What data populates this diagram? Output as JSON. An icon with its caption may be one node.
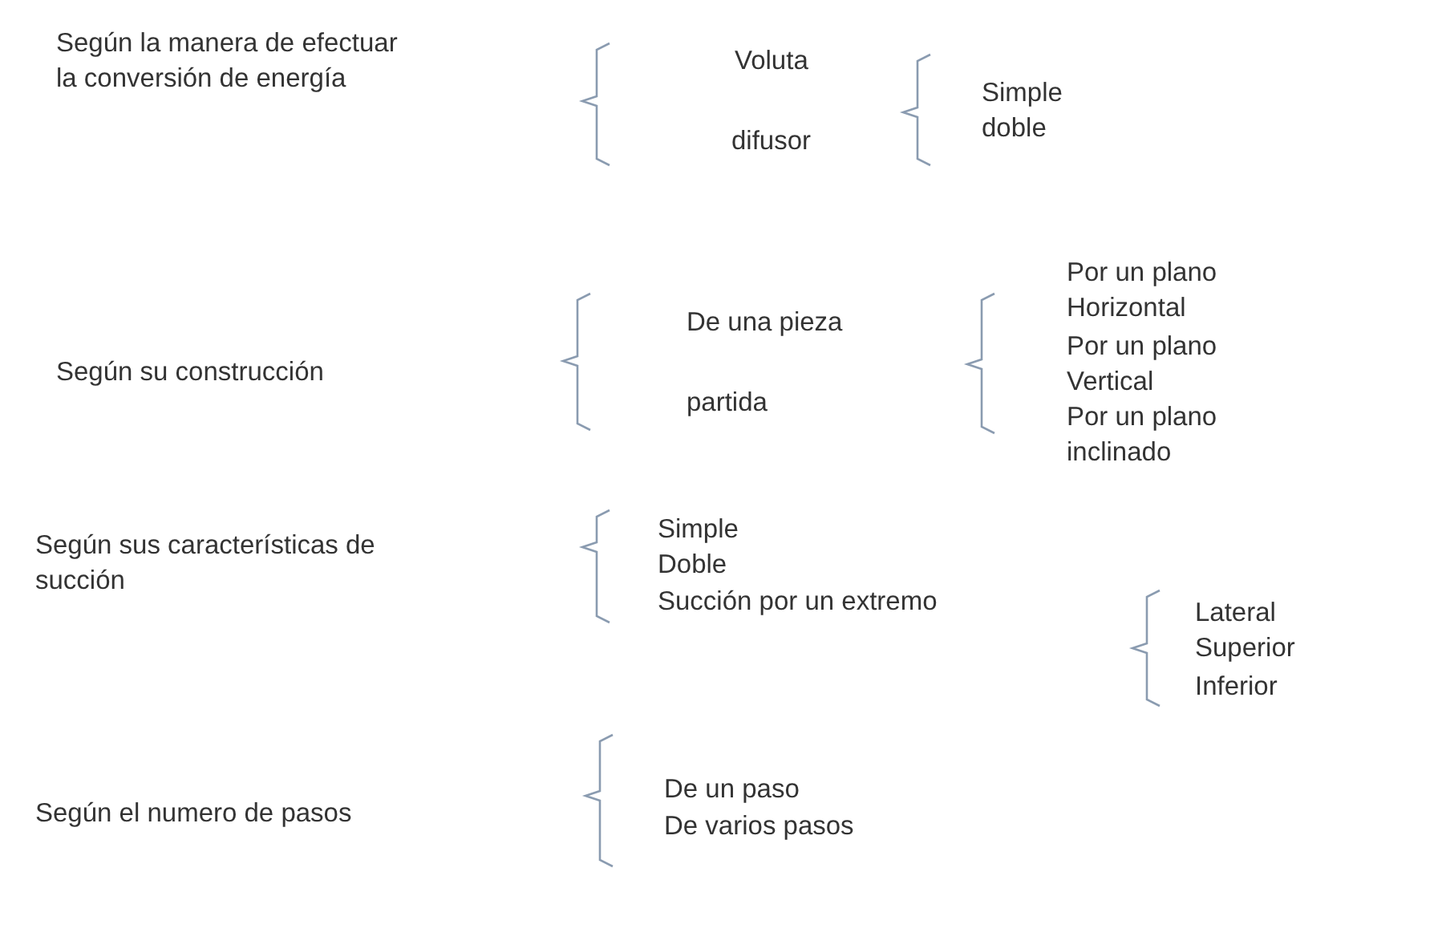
{
  "diagram": {
    "labels": [
      "Según la manera de efectuar la conversión de energía",
      "Voluta",
      "Simple",
      "doble",
      "difusor",
      "Por un plano Horizontal",
      "De una pieza",
      "Por un plano Vertical",
      "Según su construcción",
      "partida",
      "Por un plano inclinado",
      "Simple",
      "Según sus características de succión",
      "Doble",
      "Succión por un extremo",
      "Lateral",
      "Superior",
      "Inferior",
      "De un paso",
      "Según el numero de pasos",
      "De varios pasos"
    ]
  }
}
